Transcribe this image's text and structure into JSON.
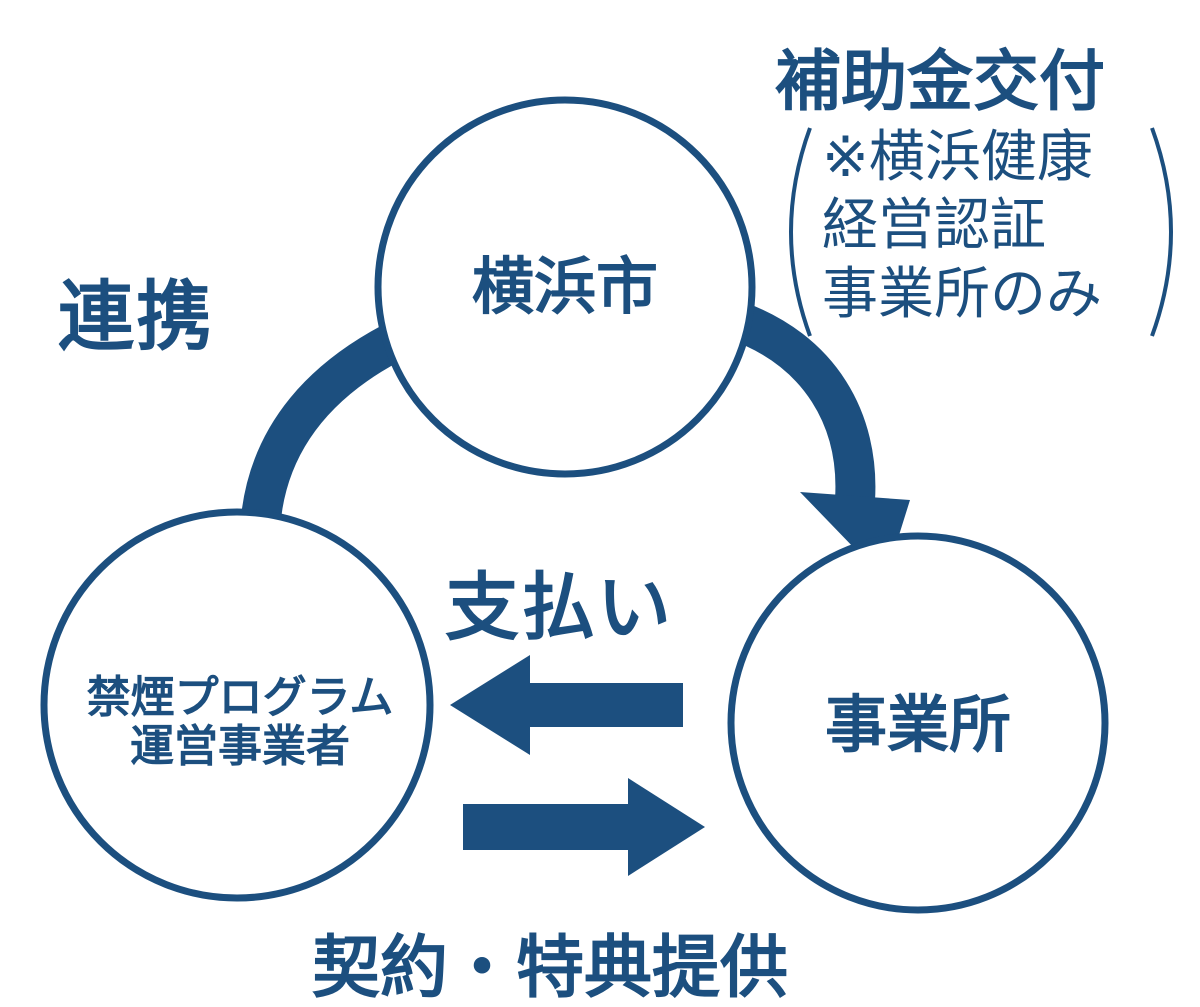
{
  "nodes": {
    "city": {
      "label": "横浜市"
    },
    "business": {
      "label": "事業所"
    },
    "operator": {
      "line1": "禁煙プログラム",
      "line2": "運営事業者"
    }
  },
  "edges": {
    "cooperation": {
      "label": "連携"
    },
    "subsidy": {
      "label": "補助金交付",
      "note_lines": [
        "※横浜健康",
        "経営認証",
        "事業所のみ"
      ]
    },
    "payment": {
      "label": "支払い"
    },
    "contract": {
      "label": "契約・特典提供"
    }
  },
  "colors": {
    "primary": "#1c4f7f",
    "background": "#ffffff"
  }
}
